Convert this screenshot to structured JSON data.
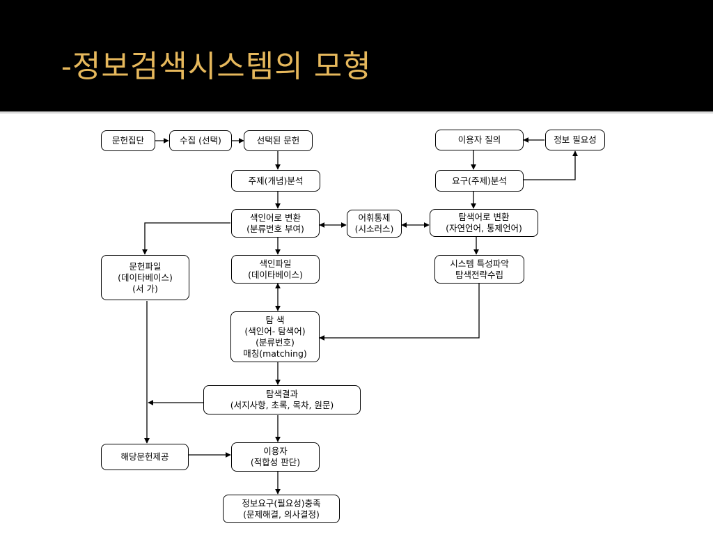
{
  "slide": {
    "title": "-정보검색시스템의 모형"
  },
  "diagram": {
    "nodes": {
      "documents": [
        "문헌집단"
      ],
      "collection": [
        "수집 (선택)"
      ],
      "selected_docs": [
        "선택된 문헌"
      ],
      "subject_analysis": [
        "주제(개념)분석"
      ],
      "index_conversion": [
        "색인어로 변환",
        "(분류번호 부여)"
      ],
      "vocabulary_control": [
        "어휘통제",
        "(시소러스)"
      ],
      "search_term_conversion": [
        "탐색어로 변환",
        "(자연언어, 통제언어)"
      ],
      "user_query": [
        "이용자 질의"
      ],
      "info_need": [
        "정보 필요성"
      ],
      "request_analysis": [
        "요구(주제)분석"
      ],
      "doc_file": [
        "문헌파일",
        "(데이타베이스)",
        "(서 가)"
      ],
      "index_file": [
        "색인파일",
        "(데이타베이스)"
      ],
      "system_strategy": [
        "시스템 특성파악",
        "탐색전략수립"
      ],
      "search": [
        "탐 색",
        "(색인어- 탐색어)",
        "(분류번호)",
        "매칭(matching)"
      ],
      "search_results": [
        "탐색결과",
        "(서지사항, 초록, 목차, 원문)"
      ],
      "provide_docs": [
        "해당문헌제공"
      ],
      "user": [
        "이용자",
        "(적합성 판단)"
      ],
      "info_satisfaction": [
        "정보요구(필요성)충족",
        "(문제해결, 의사결정)"
      ]
    }
  }
}
